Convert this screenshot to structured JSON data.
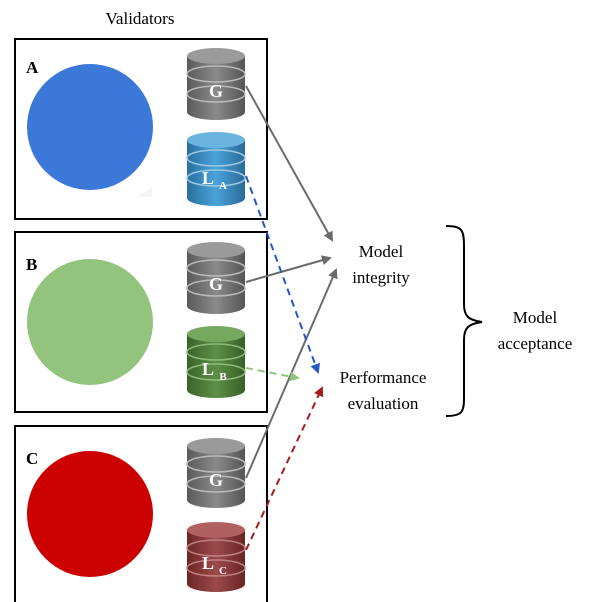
{
  "title": "Validators",
  "validators": [
    {
      "letter": "A",
      "global_label": "G",
      "local_label": "L",
      "local_sub": "A",
      "circle_color": "#3c78d8",
      "local_color": "#3d8fc6",
      "arrow_color": "#2457c5"
    },
    {
      "letter": "B",
      "global_label": "G",
      "local_label": "L",
      "local_sub": "B",
      "circle_color": "#93c47d",
      "local_color": "#4e7d3a",
      "arrow_color": "#93c47d"
    },
    {
      "letter": "C",
      "global_label": "G",
      "local_label": "L",
      "local_sub": "C",
      "circle_color": "#cc0000",
      "local_color": "#8a3a3a",
      "arrow_color": "#a61c1c"
    }
  ],
  "model_integrity": {
    "line1": "Model",
    "line2": "integrity"
  },
  "performance_evaluation": {
    "line1": "Performance",
    "line2": "evaluation"
  },
  "model_acceptance": {
    "line1": "Model",
    "line2": "acceptance"
  },
  "colors": {
    "global_db": "#7a7a7a",
    "solid_arrow": "#6b6b6b",
    "skin": "#a67c52",
    "hair": "#4a2c17"
  }
}
